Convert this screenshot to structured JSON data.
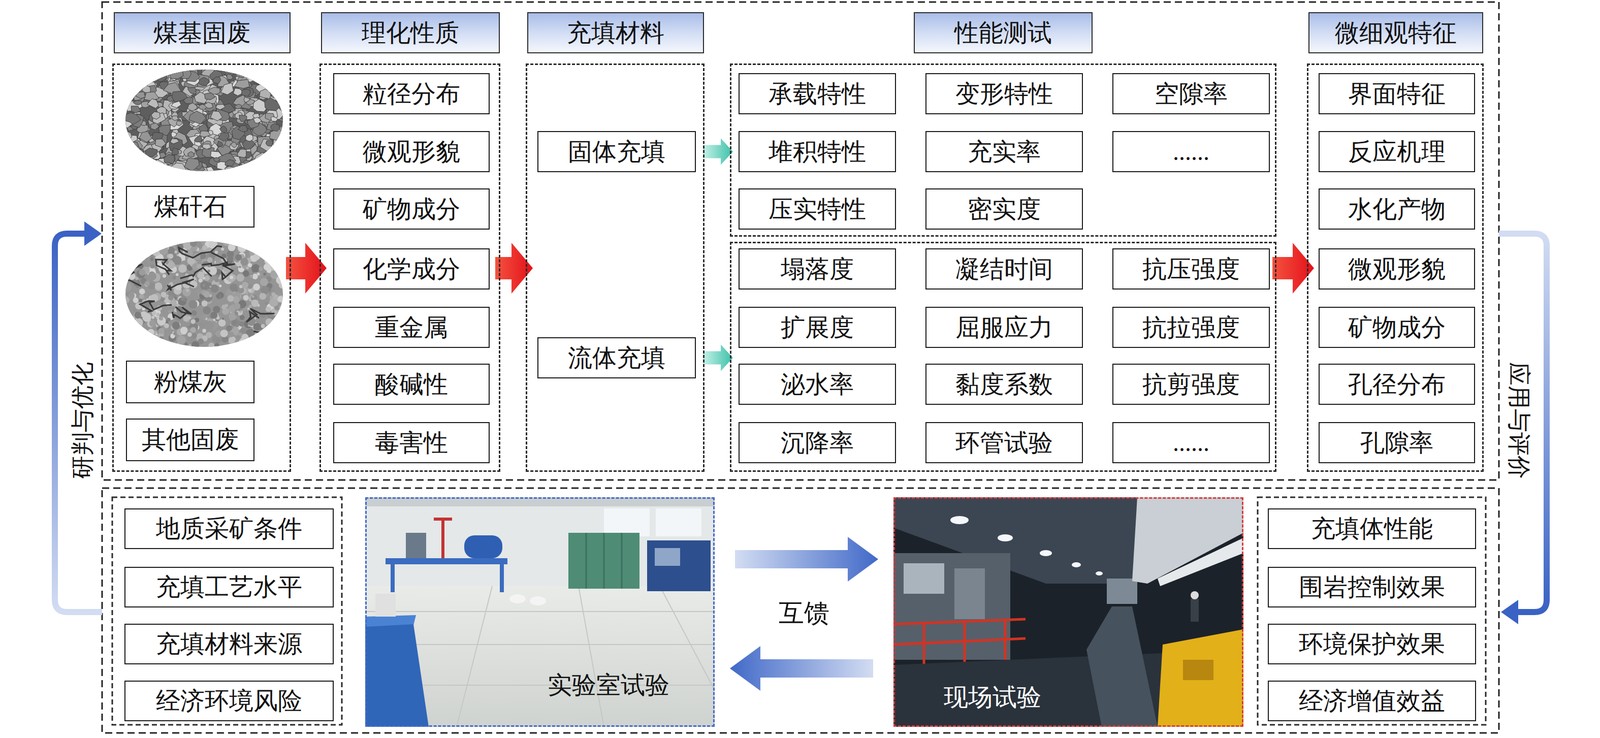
{
  "diagram": {
    "nodes": [
      {
        "text": [
          "煤基固废"
        ]
      },
      {
        "text": [
          "煤矸石"
        ],
        "in": 0
      },
      {
        "text": [
          "粉煤灰"
        ],
        "in": 0
      },
      {
        "text": [
          "其他固废"
        ],
        "in": 0
      },
      {
        "text": [
          "理化性质"
        ]
      },
      {
        "text": [
          "粒径分布"
        ],
        "in": 4
      },
      {
        "text": [
          "微观形貌"
        ],
        "in": 4
      },
      {
        "text": [
          "矿物成分"
        ],
        "in": 4
      },
      {
        "text": [
          "化学成分"
        ],
        "in": 4
      },
      {
        "text": [
          "重金属"
        ],
        "in": 4
      },
      {
        "text": [
          "酸碱性"
        ],
        "in": 4
      },
      {
        "text": [
          "毒害性"
        ],
        "in": 4
      },
      {
        "text": [
          "充填材料"
        ]
      },
      {
        "text": [
          "固体充填"
        ],
        "in": 12
      },
      {
        "text": [
          "流体充填"
        ],
        "in": 12
      },
      {
        "text": [
          "性能测试"
        ]
      },
      {
        "text": [
          "承载特性"
        ],
        "in": 15
      },
      {
        "text": [
          "变形特性"
        ],
        "in": 15
      },
      {
        "text": [
          "空隙率"
        ],
        "in": 15
      },
      {
        "text": [
          "堆积特性"
        ],
        "in": 15
      },
      {
        "text": [
          "充实率"
        ],
        "in": 15
      },
      {
        "text": [
          "......"
        ],
        "in": 15
      },
      {
        "text": [
          "压实特性"
        ],
        "in": 15
      },
      {
        "text": [
          "密实度"
        ],
        "in": 15
      },
      {
        "text": []
      },
      {
        "text": [
          "塌落度"
        ],
        "in": 24
      },
      {
        "text": [
          "凝结时间"
        ],
        "in": 24
      },
      {
        "text": [
          "抗压强度"
        ],
        "in": 24
      },
      {
        "text": [
          "扩展度"
        ],
        "in": 24
      },
      {
        "text": [
          "屈服应力"
        ],
        "in": 24
      },
      {
        "text": [
          "抗拉强度"
        ],
        "in": 24
      },
      {
        "text": [
          "泌水率"
        ],
        "in": 24
      },
      {
        "text": [
          "黏度系数"
        ],
        "in": 24
      },
      {
        "text": [
          "抗剪强度"
        ],
        "in": 24
      },
      {
        "text": [
          "沉降率"
        ],
        "in": 24
      },
      {
        "text": [
          "环管试验"
        ],
        "in": 24
      },
      {
        "text": [
          "......"
        ],
        "in": 24
      },
      {
        "text": [
          "微细观特征"
        ]
      },
      {
        "text": [
          "界面特征"
        ],
        "in": 37
      },
      {
        "text": [
          "反应机理"
        ],
        "in": 37
      },
      {
        "text": [
          "水化产物"
        ],
        "in": 37
      },
      {
        "text": [
          "微观形貌"
        ],
        "in": 37
      },
      {
        "text": [
          "矿物成分"
        ],
        "in": 37
      },
      {
        "text": [
          "孔径分布"
        ],
        "in": 37
      },
      {
        "text": [
          "孔隙率"
        ],
        "in": 37
      },
      {
        "text": [
          "地质采矿条件"
        ]
      },
      {
        "text": [
          "充填工艺水平"
        ]
      },
      {
        "text": [
          "充填材料来源"
        ]
      },
      {
        "text": [
          "经济环境风险"
        ]
      },
      {
        "text": [
          "实验室试验"
        ]
      },
      {
        "text": [
          "现场试验"
        ]
      },
      {
        "text": [
          "充填体性能"
        ]
      },
      {
        "text": [
          "围岩控制效果"
        ]
      },
      {
        "text": [
          "环境保护效果"
        ]
      },
      {
        "text": [
          "经济增值效益"
        ]
      }
    ],
    "edges": [
      {
        "from": 0,
        "to": 4,
        "arrow": "to"
      },
      {
        "from": 4,
        "to": 12,
        "arrow": "to"
      },
      {
        "from": 13,
        "to": 15,
        "arrow": "to"
      },
      {
        "from": 14,
        "to": 24,
        "arrow": "to"
      },
      {
        "from": 24,
        "to": 37,
        "arrow": "to"
      },
      {
        "from": 49,
        "to": 50,
        "arrow": "to"
      },
      {
        "from": 50,
        "to": 49,
        "arrow": "to"
      }
    ],
    "labels": [
      "研判与优化",
      "应用与评价",
      "互馈"
    ]
  }
}
